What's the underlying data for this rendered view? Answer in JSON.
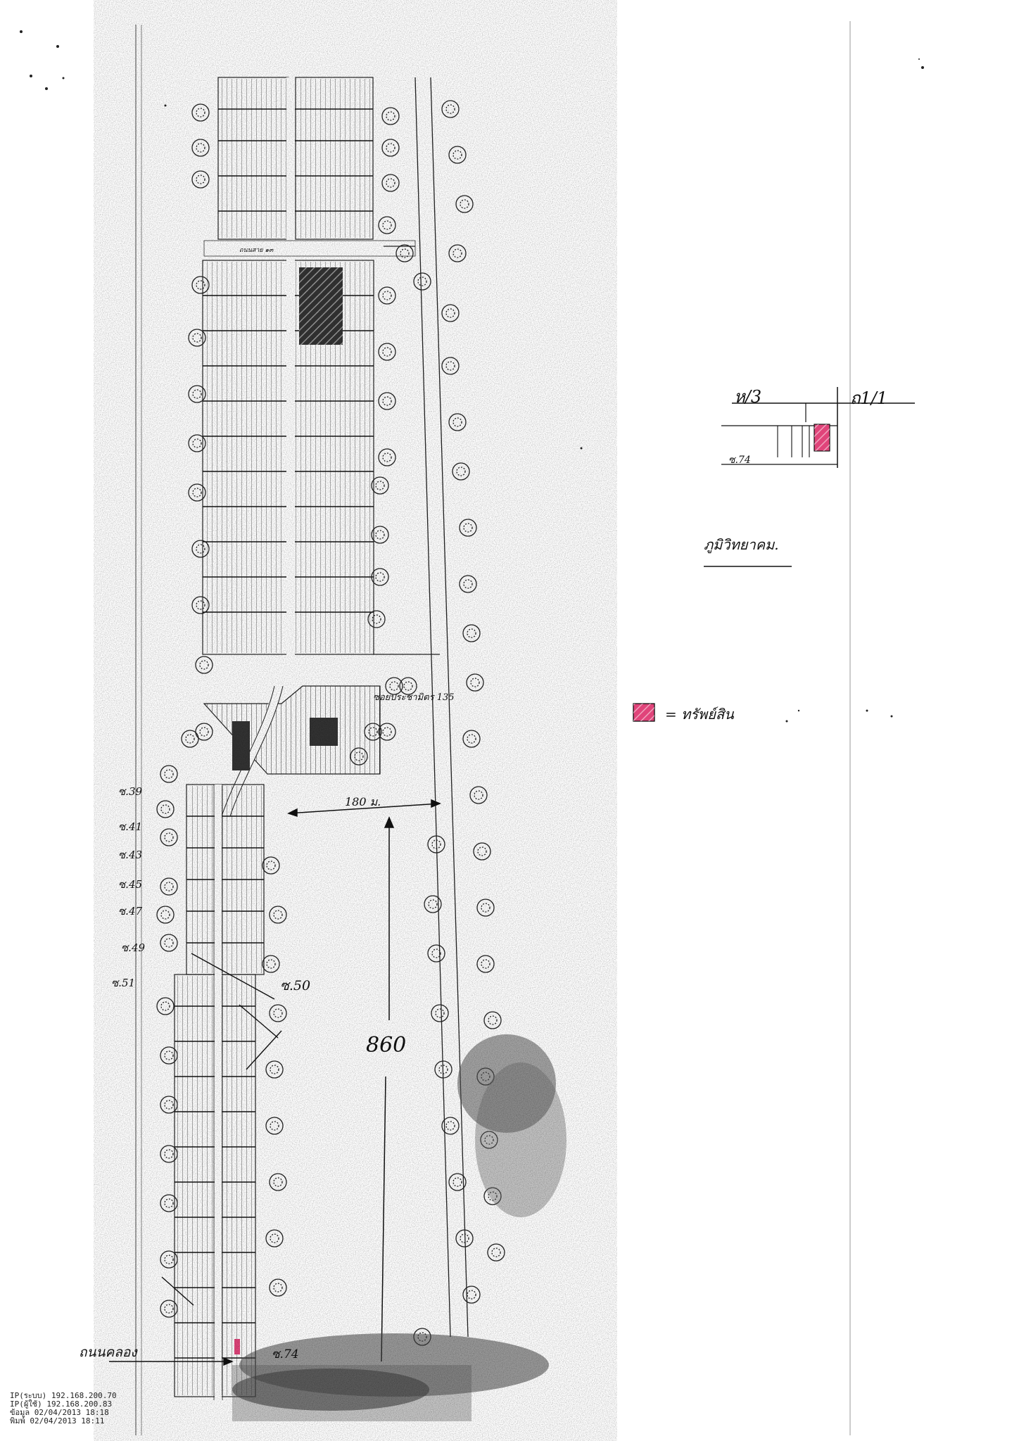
{
  "dimensions": {
    "width_label": "180 ม.",
    "length_label": "860"
  },
  "road_labels": {
    "main_top": "ถนนสาย ๑๓",
    "branch": "ซอยประชามิตร 135"
  },
  "soi_left": [
    "ซ.39",
    "ซ.41",
    "ซ.43",
    "ซ.45",
    "ซ.47",
    "ซ.49",
    "ซ.51"
  ],
  "soi_right": "ซ.50",
  "soi_bottom": "ซ.74",
  "bottom_marker": "ถนนคลอง",
  "inset": {
    "label_left": "ห/3",
    "label_right": "ถ1/1",
    "label_road": "ซ.74",
    "caption": "ภูมิวิทยาคม."
  },
  "legend": {
    "text": "= ทรัพย์สิน",
    "marker_color": "#e0447a"
  },
  "stamps": [
    "IP(ระบบ) 192.168.200.70",
    "IP(ผู้ใช้) 192.168.200.83",
    "ข้อมูล 02/04/2013 18:18",
    "พิมพ์ 02/04/2013 18:11"
  ],
  "colors": {
    "ink": "#111111",
    "highlight": "#e0447a"
  }
}
